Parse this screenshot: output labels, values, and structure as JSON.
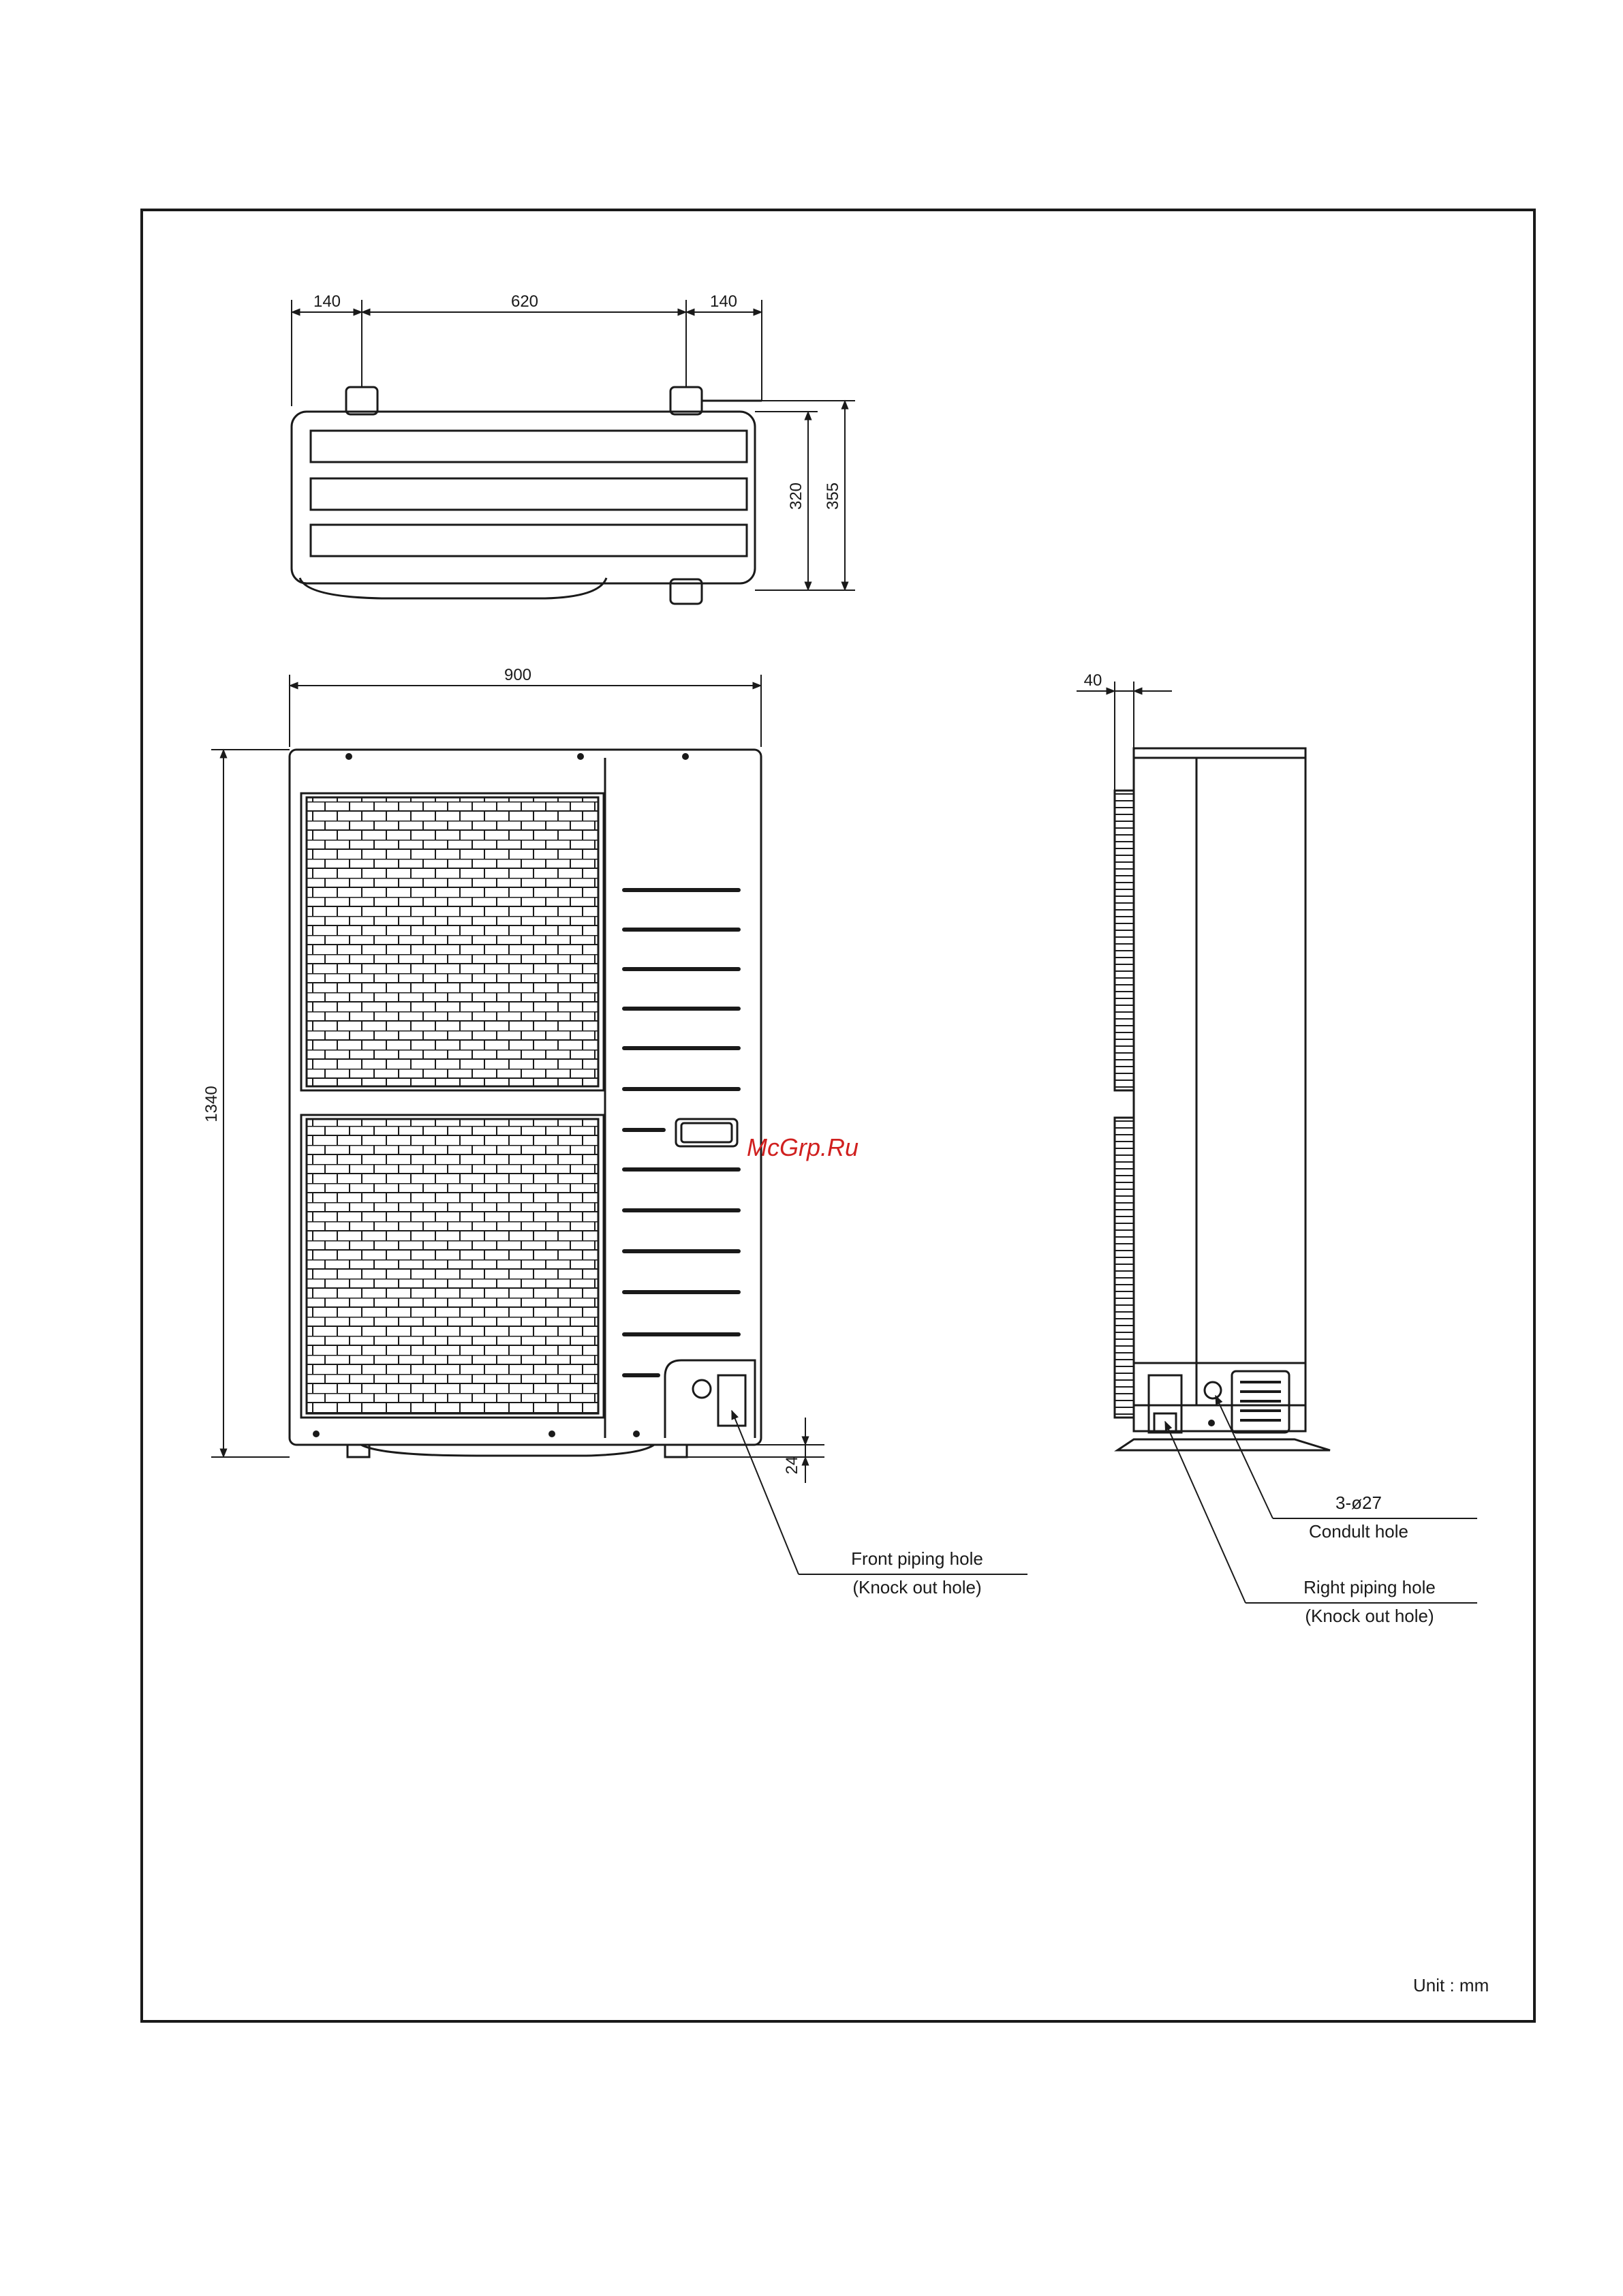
{
  "dimensions": {
    "top_left": "140",
    "top_middle": "620",
    "top_right": "140",
    "depth_inner": "320",
    "depth_outer": "355",
    "width": "900",
    "height": "1340",
    "foot": "24",
    "side_offset": "40"
  },
  "callouts": {
    "front_piping_line1": "Front piping hole",
    "front_piping_line2": "(Knock out hole)",
    "conduit_line1": "3-ø27",
    "conduit_line2": "Condult hole",
    "right_piping_line1": "Right piping hole",
    "right_piping_line2": "(Knock out hole)"
  },
  "watermark": "McGrp.Ru",
  "unit_note": "Unit : mm",
  "colors": {
    "line": "#1a1a1a",
    "watermark": "#d0201f"
  }
}
